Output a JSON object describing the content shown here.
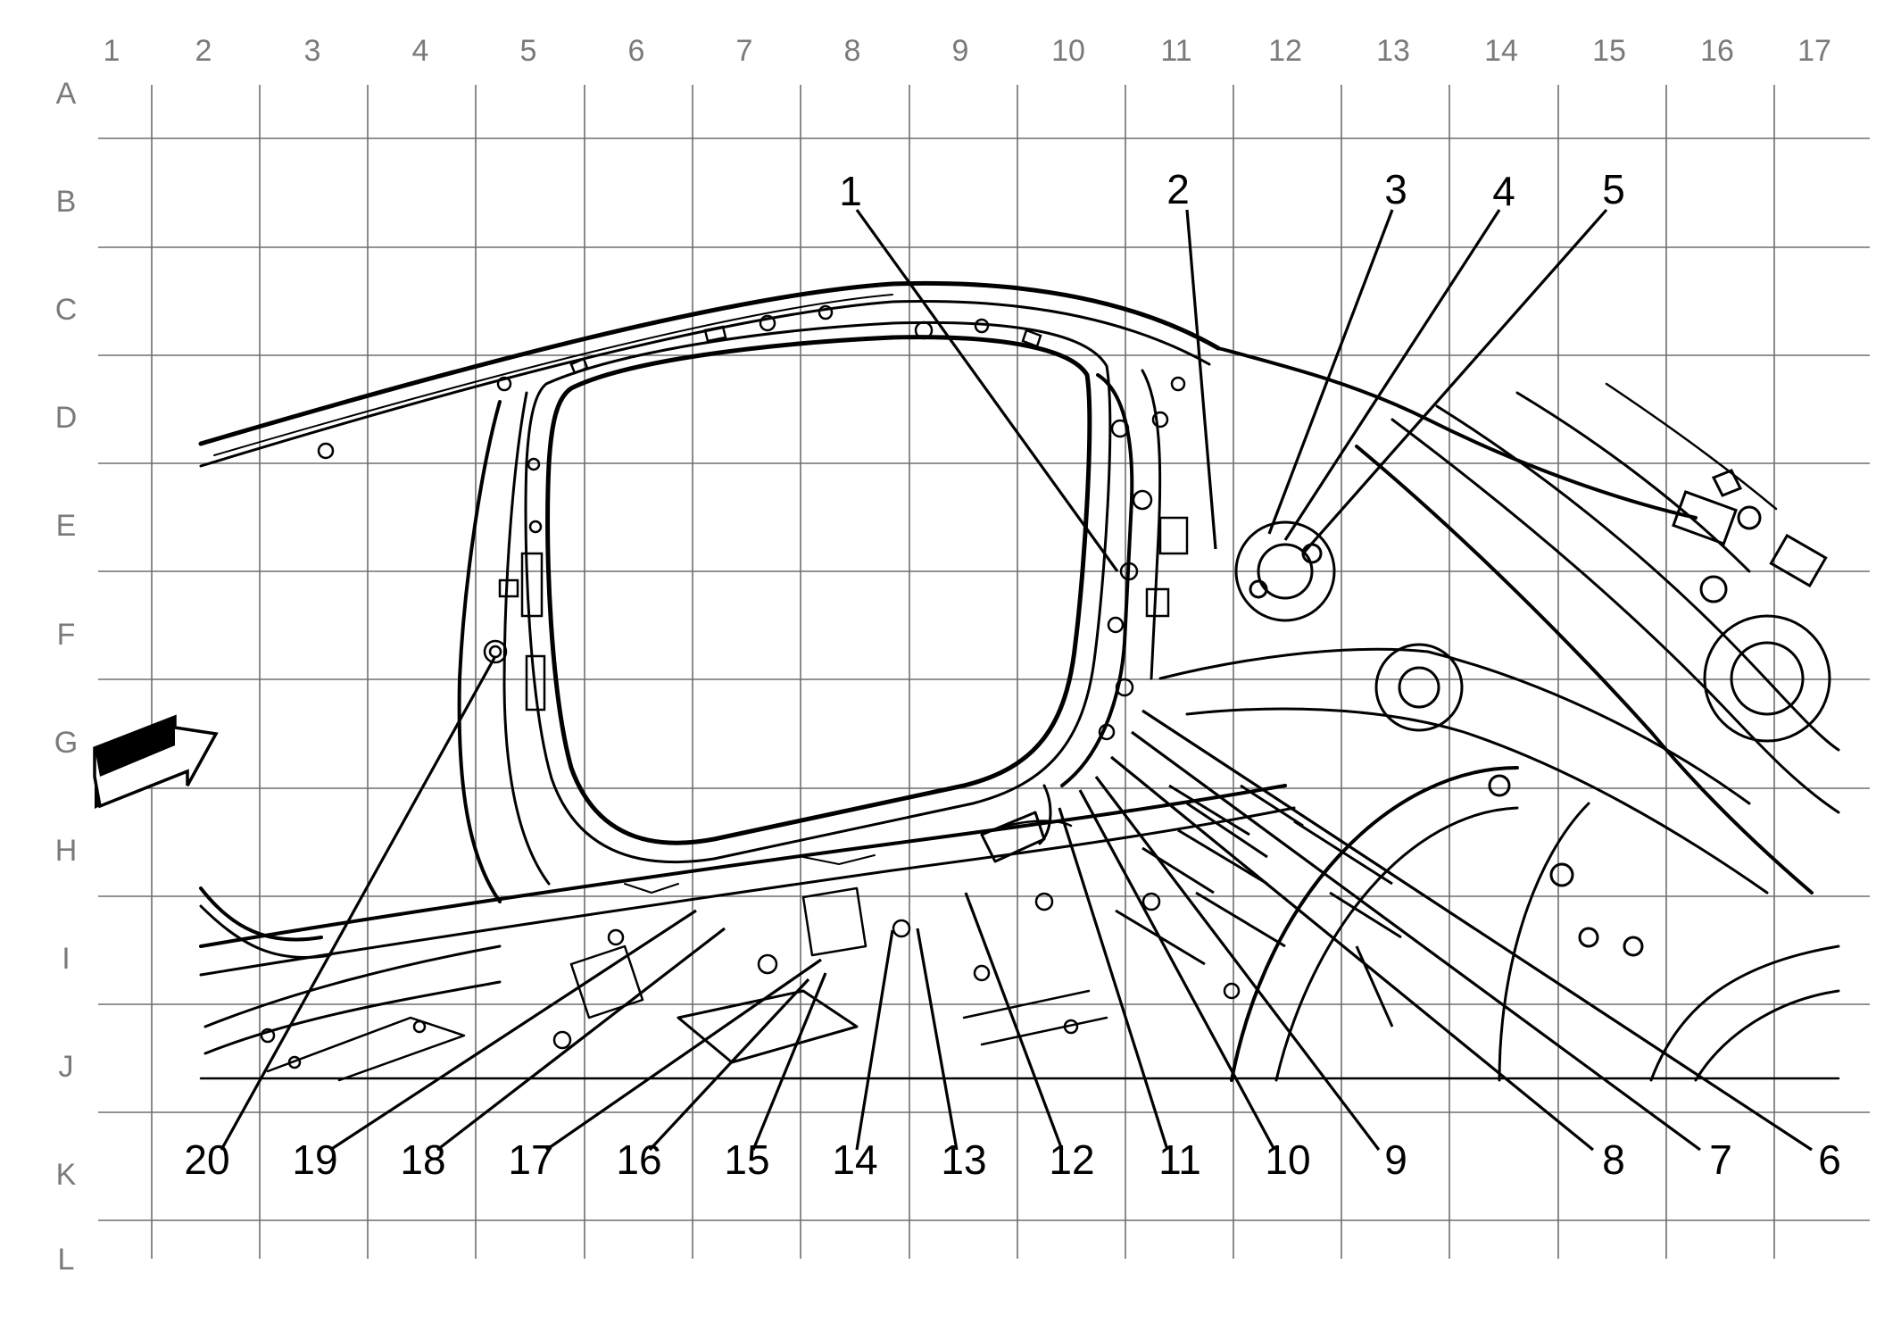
{
  "grid": {
    "columns": [
      "1",
      "2",
      "3",
      "4",
      "5",
      "6",
      "7",
      "8",
      "9",
      "10",
      "11",
      "12",
      "13",
      "14",
      "15",
      "16",
      "17"
    ],
    "rows": [
      "A",
      "B",
      "C",
      "D",
      "E",
      "F",
      "G",
      "H",
      "I",
      "J",
      "K",
      "L"
    ]
  },
  "callouts": [
    "1",
    "2",
    "3",
    "4",
    "5",
    "6",
    "7",
    "8",
    "9",
    "10",
    "11",
    "12",
    "13",
    "14",
    "15",
    "16",
    "17",
    "18",
    "19",
    "20"
  ],
  "colors": {
    "grid": "#6e6e6e",
    "labels": "#7a7a7a",
    "lines": "#000000"
  },
  "icons": {
    "direction": "front-direction-arrow-icon"
  }
}
